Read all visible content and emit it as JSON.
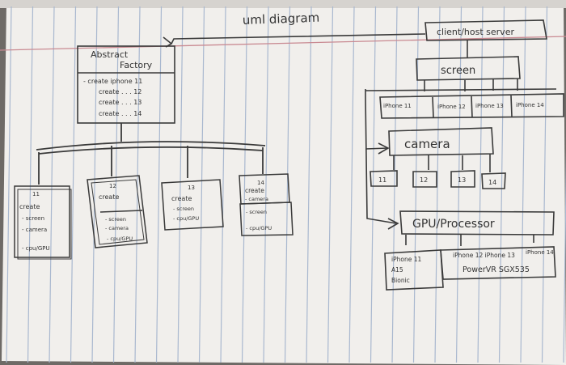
{
  "title": "uml diagram",
  "client_host_server": "client/host server",
  "abstract_factory": {
    "name_line1": "Abstract",
    "name_line2": "Factory",
    "methods": [
      "- create iphone 11",
      "create . . . 12",
      "create . . . 13",
      "create . . . 14"
    ]
  },
  "factories": [
    {
      "number": "11",
      "lines": [
        "create",
        "- screen",
        "- camera",
        "- cpu/GPU"
      ]
    },
    {
      "number": "12",
      "lines": [
        "create",
        "- screen",
        "- camera",
        "- cpu/GPU"
      ]
    },
    {
      "number": "13",
      "lines": [
        "create",
        "- screen",
        "- cpu/GPU"
      ]
    },
    {
      "number": "14",
      "lines": [
        "create",
        "- camera",
        "- screen",
        "- cpu/GPU"
      ]
    }
  ],
  "screen": {
    "label": "screen",
    "variants": [
      "iPhone 11",
      "iPhone 12",
      "iPhone 13",
      "iPhone 14"
    ]
  },
  "camera": {
    "label": "camera",
    "variants": [
      "11",
      "12",
      "13",
      "14"
    ]
  },
  "gpu": {
    "label": "GPU/Processor",
    "variants_left": [
      "iPhone 11",
      "A15",
      "Bionic"
    ],
    "variants_right_top": "iPhone 12 iPhone 13",
    "variants_right_bottom": "PowerVR SGX535",
    "variant_far_right": "iPhone 14"
  },
  "colors": {
    "paper": "#f1efec",
    "rule": "#a9b8cf",
    "margin": "#c98a92",
    "ink": "#3a3a3a"
  }
}
